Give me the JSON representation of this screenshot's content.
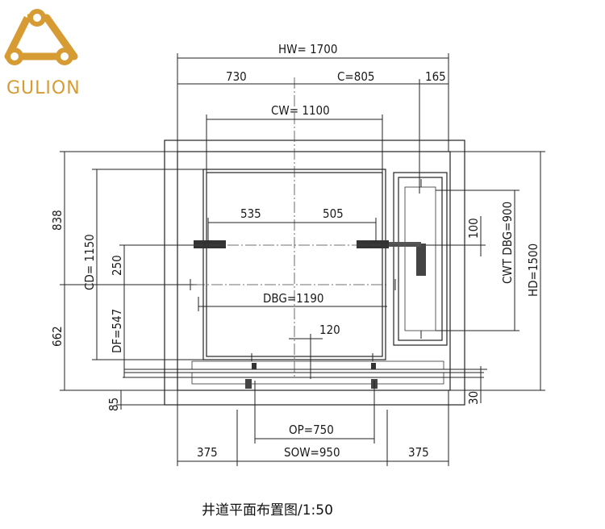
{
  "logo": {
    "brand": "GULION",
    "color": "#d79b34"
  },
  "dimensions": {
    "hw": "HW= 1700",
    "w730": "730",
    "c805": "C=805",
    "w165": "165",
    "cw": "CW= 1100",
    "d838": "838",
    "cd": "CD= 1150",
    "d535": "535",
    "d505": "505",
    "d100": "100",
    "cwt_dbg": "CWT DBG=900",
    "hd": "HD=1500",
    "d250": "250",
    "dbg": "DBG=1190",
    "d120": "120",
    "d662": "662",
    "df": "DF=547",
    "d85": "85",
    "d30": "30",
    "op": "OP=750",
    "d375_left": "375",
    "sow": "SOW=950",
    "d375_right": "375"
  },
  "caption": "井道平面布置图/1:50"
}
